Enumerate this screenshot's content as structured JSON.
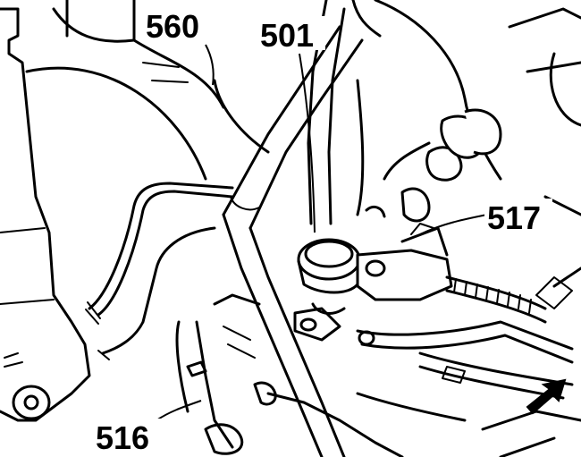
{
  "callouts": [
    {
      "id": "560",
      "label": "560"
    },
    {
      "id": "501",
      "label": "501"
    },
    {
      "id": "517",
      "label": "517"
    },
    {
      "id": "516",
      "label": "516"
    }
  ],
  "colors": {
    "ink": "#000000",
    "paper": "#ffffff"
  }
}
